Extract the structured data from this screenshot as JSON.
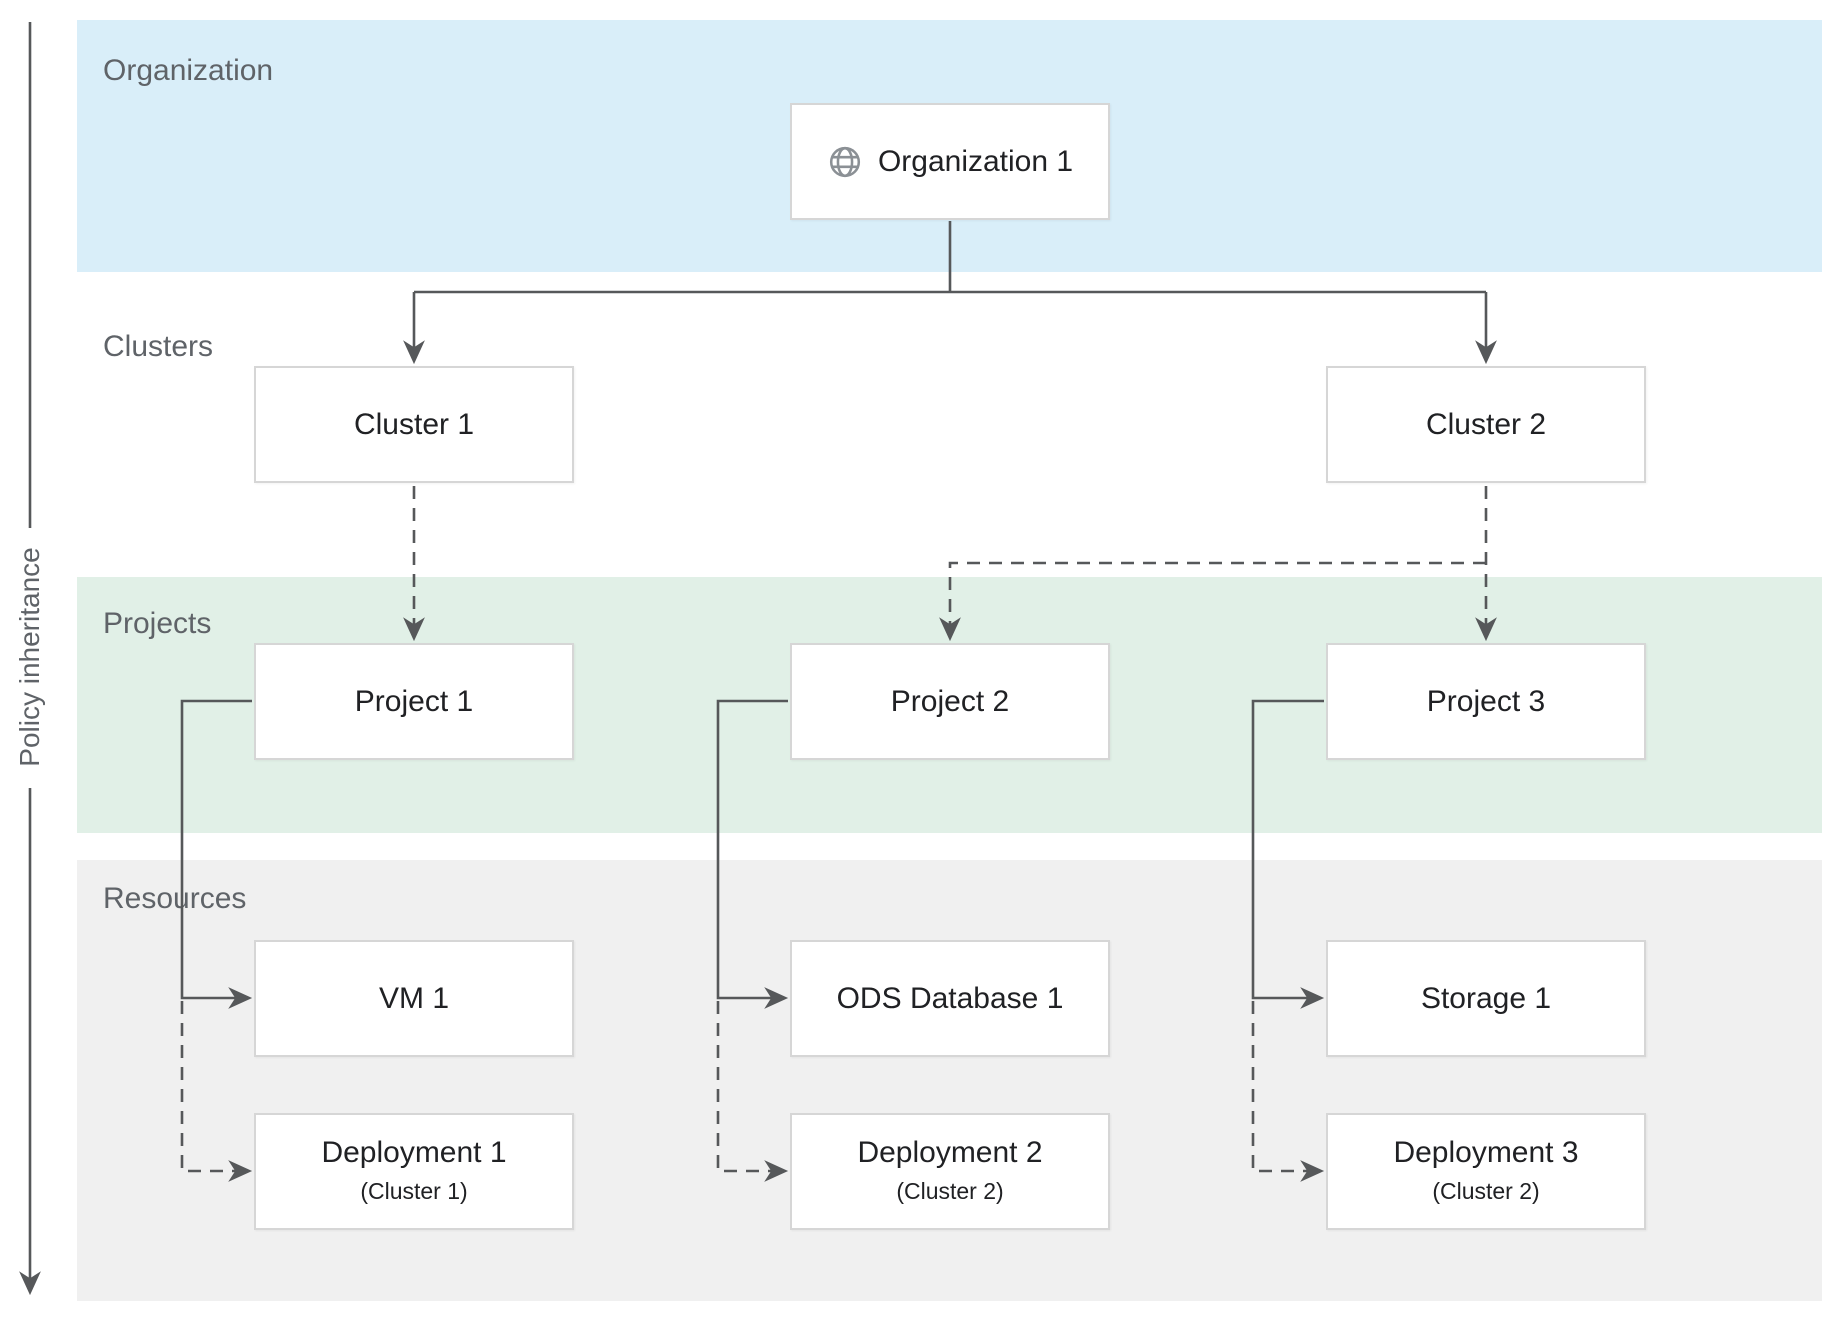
{
  "diagram": {
    "policy_axis": {
      "label": "Policy inheritance"
    },
    "bands": [
      {
        "id": "organization",
        "label": "Organization",
        "color": "#d9eef9"
      },
      {
        "id": "clusters",
        "label": "Clusters",
        "color": "#ffffff"
      },
      {
        "id": "projects",
        "label": "Projects",
        "color": "#e1f0e7"
      },
      {
        "id": "resources",
        "label": "Resources",
        "color": "#f0f0f0"
      }
    ],
    "nodes": {
      "organization1": {
        "label": "Organization 1",
        "icon": "globe-icon"
      },
      "cluster1": {
        "label": "Cluster 1"
      },
      "cluster2": {
        "label": "Cluster 2"
      },
      "project1": {
        "label": "Project 1"
      },
      "project2": {
        "label": "Project 2"
      },
      "project3": {
        "label": "Project 3"
      },
      "vm1": {
        "label": "VM 1"
      },
      "ods_database1": {
        "label": "ODS Database 1"
      },
      "storage1": {
        "label": "Storage 1"
      },
      "deployment1": {
        "label": "Deployment 1",
        "sublabel": "(Cluster 1)"
      },
      "deployment2": {
        "label": "Deployment 2",
        "sublabel": "(Cluster 2)"
      },
      "deployment3": {
        "label": "Deployment 3",
        "sublabel": "(Cluster 2)"
      }
    },
    "edges": [
      {
        "from": "organization1",
        "to": "cluster1",
        "style": "solid"
      },
      {
        "from": "organization1",
        "to": "cluster2",
        "style": "solid"
      },
      {
        "from": "cluster1",
        "to": "project1",
        "style": "dashed"
      },
      {
        "from": "cluster2",
        "to": "project2",
        "style": "dashed"
      },
      {
        "from": "cluster2",
        "to": "project3",
        "style": "dashed"
      },
      {
        "from": "project1",
        "to": "vm1",
        "style": "solid"
      },
      {
        "from": "project1",
        "to": "deployment1",
        "style": "dashed"
      },
      {
        "from": "project2",
        "to": "ods_database1",
        "style": "solid"
      },
      {
        "from": "project2",
        "to": "deployment2",
        "style": "dashed"
      },
      {
        "from": "project3",
        "to": "storage1",
        "style": "solid"
      },
      {
        "from": "project3",
        "to": "deployment3",
        "style": "dashed"
      }
    ],
    "colors": {
      "connector": "#56585a",
      "band_label_text": "#5f6368",
      "node_text": "#202124",
      "node_border": "#d6d6d6",
      "organization_band": "#d9eef9",
      "projects_band": "#e1f0e7",
      "resources_band": "#f0f0f0",
      "globe_icon": "#8b9095"
    }
  }
}
